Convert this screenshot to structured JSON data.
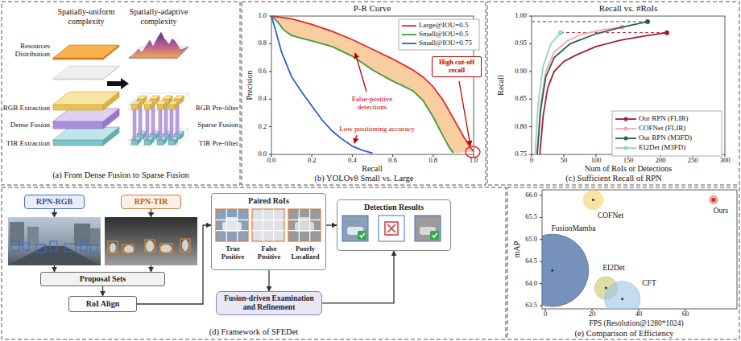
{
  "diagram": {
    "nodes": [
      {
        "text": [
          "High cut-off recall"
        ]
      },
      {
        "text": [
          "RPN-RGB"
        ]
      },
      {
        "text": [
          "RPN-TIR"
        ]
      },
      {
        "text": [
          "Proposal Sets"
        ]
      },
      {
        "text": [
          "RoI Align"
        ]
      },
      {
        "text": [
          "Paired RoIs",
          "True Positive",
          "False Positive",
          "Poorly Localized"
        ]
      },
      {
        "text": [
          "Fusion-driven Examination and Refinement"
        ]
      },
      {
        "text": [
          "Detection Results"
        ]
      }
    ],
    "edges": [
      {
        "from": 1,
        "to": 3,
        "arrow": "to"
      },
      {
        "from": 2,
        "to": 3,
        "arrow": "to"
      },
      {
        "from": 3,
        "to": 4,
        "arrow": "to"
      },
      {
        "from": 4,
        "to": 5,
        "arrow": "to"
      },
      {
        "from": 5,
        "to": 6,
        "arrow": "to"
      },
      {
        "from": 5,
        "to": 7,
        "arrow": "to"
      },
      {
        "from": 6,
        "to": 7,
        "arrow": "to"
      }
    ],
    "labels": [
      "Spatially-uniform complexity",
      "Spatially-adaptive complexity",
      "Resources Distribution",
      "RGB Extraction",
      "Dense Fusion",
      "TIR Extraction",
      "RGB Pre-filter",
      "Sparse Fusion",
      "TIR Pre-filter",
      "(a) From Dense Fusion to Sparse Fusion",
      "P-R Curve",
      "Precision",
      "1.0",
      "0.8",
      "0.6",
      "0.4",
      "0.2",
      "0.0",
      "0.0",
      "0.2",
      "0.4",
      "0.6",
      "0.8",
      "1.0",
      "Recall",
      "False-positive detections",
      "Low positioning accuracy",
      "(b) YOLOv8 Small vs. Large",
      "Recall vs. #RoIs",
      "Recall",
      "1.00",
      "0.95",
      "0.90",
      "0.85",
      "0.80",
      "0.75",
      "0",
      "50",
      "100",
      "150",
      "200",
      "250",
      "300",
      "Num of RoIs or Detections",
      "(c) Sufficient Recall of RPN",
      "(d) Framework of SFEDet",
      "COFNet",
      "Ours",
      "FusionMamba",
      "EI2Det",
      "CFT",
      "mAP",
      "66.0",
      "65.5",
      "65.0",
      "64.5",
      "64.0",
      "63.5",
      "0",
      "20",
      "40",
      "60",
      "FPS (Resolution@1280*1024)",
      "(e) Comparison of Efficiency"
    ],
    "legend": [
      {
        "text": "Large@IOU=0.5"
      },
      {
        "text": "Small@IOU=0.5"
      },
      {
        "text": "Small@IOU=0.75"
      },
      {
        "text": "Our RPN (FLIR)"
      },
      {
        "text": "COFNet (FLIR)"
      },
      {
        "text": "Our RPN (M3FD)"
      },
      {
        "text": "EI2Det (M3FD)"
      }
    ]
  }
}
